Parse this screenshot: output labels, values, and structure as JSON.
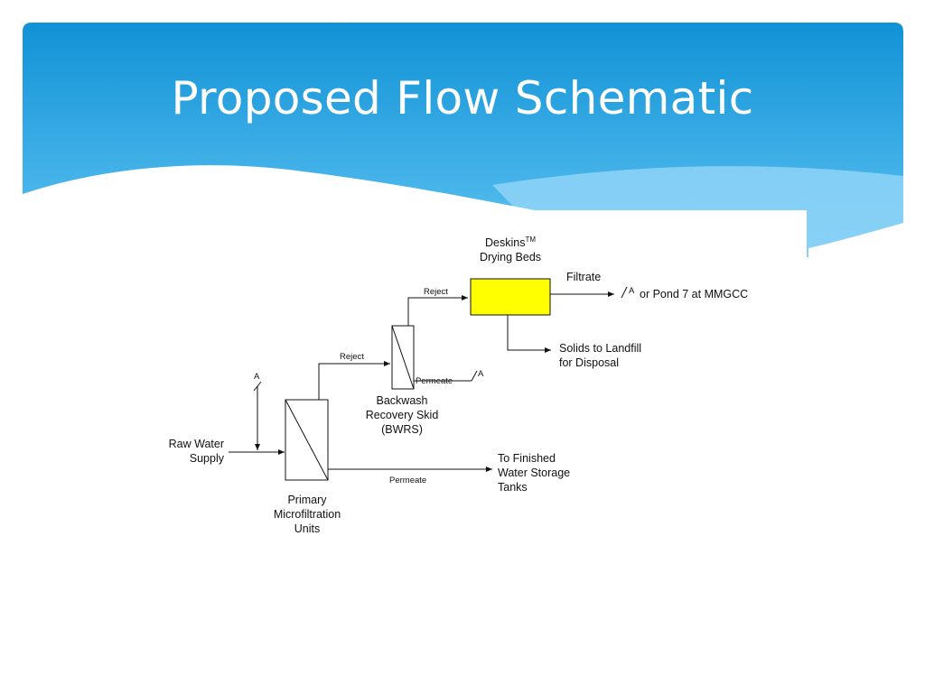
{
  "slide": {
    "title": "Proposed Flow Schematic",
    "header_colors": {
      "top": "#1192d6",
      "bottom": "#5ec3f2",
      "wave_light": "#8fd3f7",
      "wave_white": "#ffffff"
    }
  },
  "diagram": {
    "raw_water": [
      "Raw Water",
      "Supply"
    ],
    "primary_units": [
      "Primary",
      "Microfiltration",
      "Units"
    ],
    "bwrs": [
      "Backwash",
      "Recovery Skid",
      "(BWRS)"
    ],
    "drying_beds": {
      "name": "Deskins",
      "tm": "TM",
      "line2": "Drying Beds",
      "fill_color": "#ffff00"
    },
    "reject_label": "Reject",
    "permeate_label": "Permeate",
    "filtrate_label": "Filtrate",
    "marker_a": "A",
    "filtrate_dest": "or Pond 7 at MMGCC",
    "solids_dest": [
      "Solids to Landfill",
      "for Disposal"
    ],
    "finished_dest": [
      "To Finished",
      "Water Storage",
      "Tanks"
    ]
  }
}
